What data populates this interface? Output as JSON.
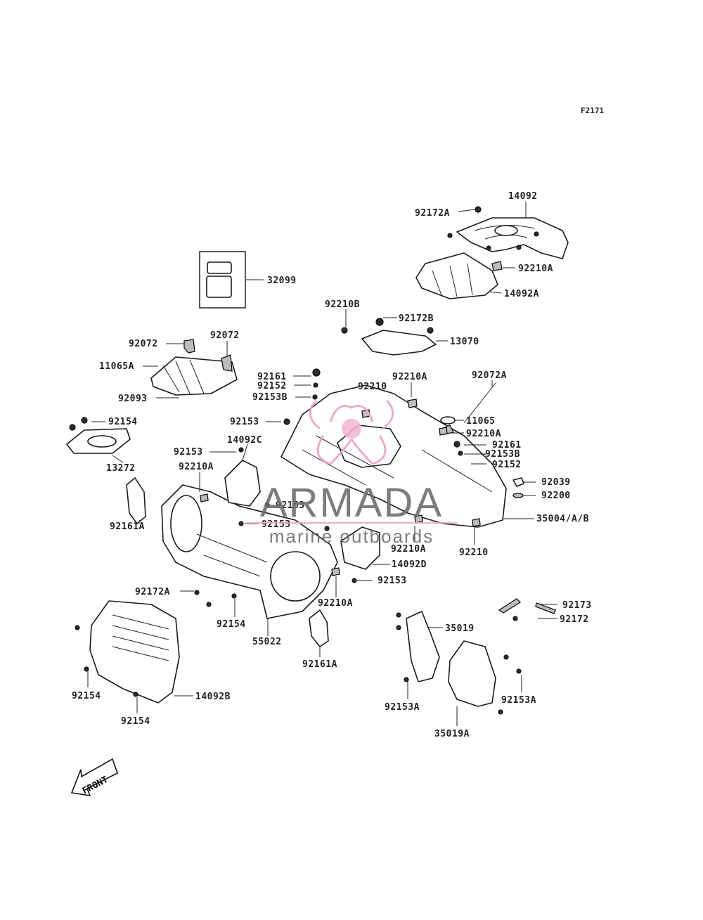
{
  "figure_id": "F2171",
  "watermark": {
    "brand": "ARMADA",
    "tagline": "marine outboards",
    "accent_color": "#e8a5c8"
  },
  "front_arrow": {
    "label": "FRONT"
  },
  "labels": [
    "14092",
    "92172A",
    "92210A",
    "14092A",
    "32099",
    "92210B",
    "92172B",
    "13070",
    "92072",
    "92072",
    "11065A",
    "92093",
    "92161",
    "92152",
    "92153B",
    "92210",
    "92210A",
    "92072A",
    "92154",
    "92153",
    "11065",
    "92210A",
    "13272",
    "92153",
    "14092C",
    "92161",
    "92153B",
    "92152",
    "92210A",
    "92039",
    "92200",
    "92153",
    "92161A",
    "92153",
    "35004/A/B",
    "92210A",
    "92210",
    "14092D",
    "92153",
    "92172A",
    "92210A",
    "92173",
    "92172",
    "92154",
    "55022",
    "35019",
    "92161A",
    "92154",
    "92153A",
    "92153A",
    "14092B",
    "92154",
    "35019A"
  ],
  "colors": {
    "ink": "#1a1a1a",
    "watermark_grey": "#6e6e6e",
    "watermark_pink": "#e8a5c8"
  }
}
